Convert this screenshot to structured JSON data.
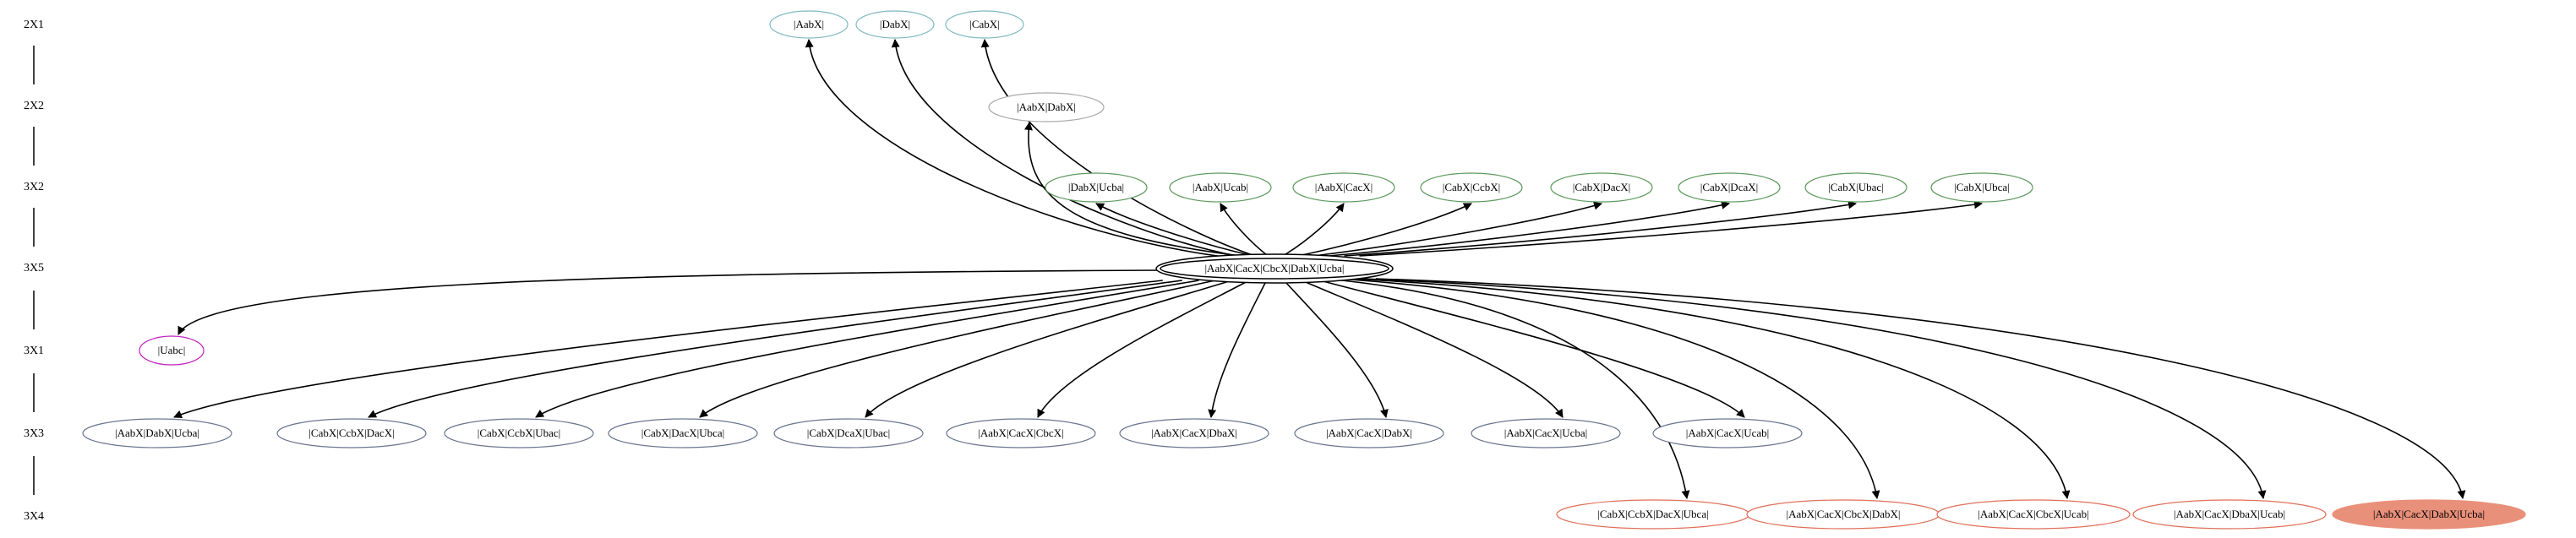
{
  "diagram": {
    "ranks": [
      {
        "label": "2X1"
      },
      {
        "label": "2X2"
      },
      {
        "label": "3X2"
      },
      {
        "label": "3X5"
      },
      {
        "label": "3X1"
      },
      {
        "label": "3X3"
      },
      {
        "label": "3X4"
      }
    ],
    "center": {
      "label": "|AabX|CacX|CbcX|DabX|Ucba|"
    },
    "rows": {
      "r2x1": [
        "|AabX|",
        "|DabX|",
        "|CabX|"
      ],
      "r2x2": [
        "|AabX|DabX|"
      ],
      "r3x2": [
        "|DabX|Ucba|",
        "|AabX|Ucab|",
        "|AabX|CacX|",
        "|CabX|CcbX|",
        "|CabX|DacX|",
        "|CabX|DcaX|",
        "|CabX|Ubac|",
        "|CabX|Ubca|"
      ],
      "r3x1": [
        "|Uabc|"
      ],
      "r3x3": [
        "|AabX|DabX|Ucba|",
        "|CabX|CcbX|DacX|",
        "|CabX|CcbX|Ubac|",
        "|CabX|DacX|Ubca|",
        "|CabX|DcaX|Ubac|",
        "|AabX|CacX|CbcX|",
        "|AabX|CacX|DbaX|",
        "|AabX|CacX|DabX|",
        "|AabX|CacX|Ucba|",
        "|AabX|CacX|Ucab|"
      ],
      "r3x4": [
        "|CabX|CcbX|DacX|Ubca|",
        "|AabX|CacX|CbcX|DabX|",
        "|AabX|CacX|CbcX|Ucab|",
        "|AabX|CacX|DbaX|Ucab|",
        "|AabX|CacX|DabX|Ucba|"
      ]
    },
    "colors": {
      "r2x1": "#7fb9c2",
      "r2x2": "#aaaaaa",
      "r3x2": "#5e9a5e",
      "r3x1": "#c020c0",
      "r3x3": "#6a7690",
      "r3x4": "#e0705a",
      "r3x4_fill": "#e9907a",
      "edge": "#000000",
      "center": "#000000"
    }
  }
}
